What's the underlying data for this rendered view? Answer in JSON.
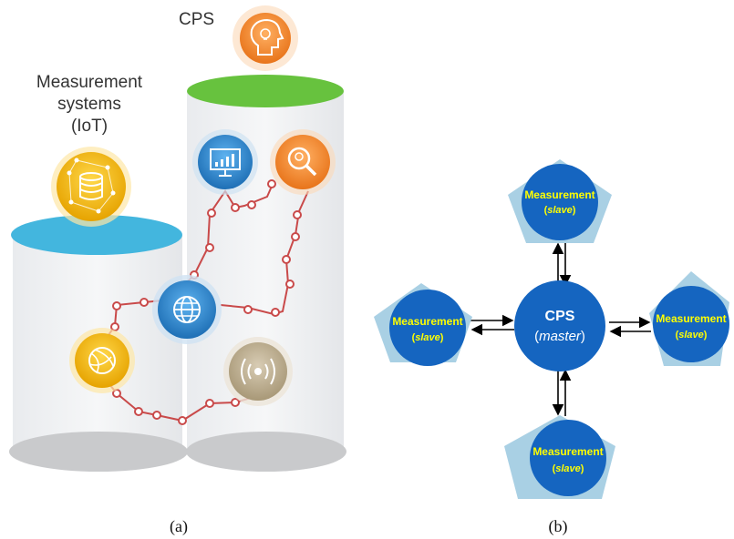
{
  "panel_a": {
    "cps_label": "CPS",
    "measurement_label_line1": "Measurement",
    "measurement_label_line2": "systems",
    "measurement_label_line3": "(IoT)",
    "caption": "(a)",
    "colors": {
      "orange": "#f08a2a",
      "yellow": "#f2b705",
      "blue": "#2e86c8",
      "green": "#5fbf3a",
      "teal": "#3ab0d8",
      "chain": "#c94a4a",
      "grey": "#b8a990"
    }
  },
  "panel_b": {
    "master_title": "CPS",
    "master_sub_prefix": "(",
    "master_sub_italic": "master",
    "master_sub_suffix": ")",
    "slave_title": "Measurement",
    "slave_sub_prefix": "(",
    "slave_sub_italic": "slave",
    "slave_sub_suffix": ")",
    "caption": "(b)",
    "colors": {
      "circle": "#1565c0",
      "pentagon": "#a9d0e4",
      "text": "#ffff00",
      "arrow": "#000000"
    }
  }
}
